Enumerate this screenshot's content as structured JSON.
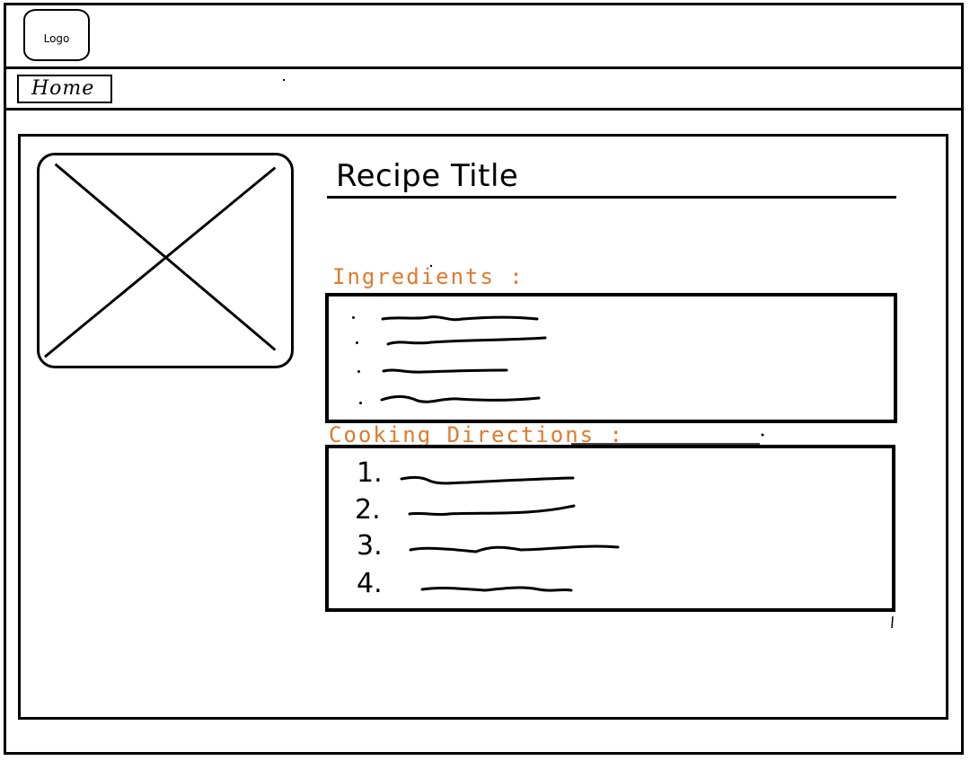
{
  "header": {
    "logo_label": "Logo"
  },
  "nav": {
    "home_label": "Home"
  },
  "recipe": {
    "title": "Recipe Title",
    "ingredients_label": "Ingredients :",
    "directions_label": "Cooking Directions :",
    "directions_steps": [
      "1.",
      "2.",
      "3.",
      "4."
    ]
  },
  "colors": {
    "ink": "#000000",
    "section_label": "#e07a2c",
    "background": "#ffffff"
  }
}
